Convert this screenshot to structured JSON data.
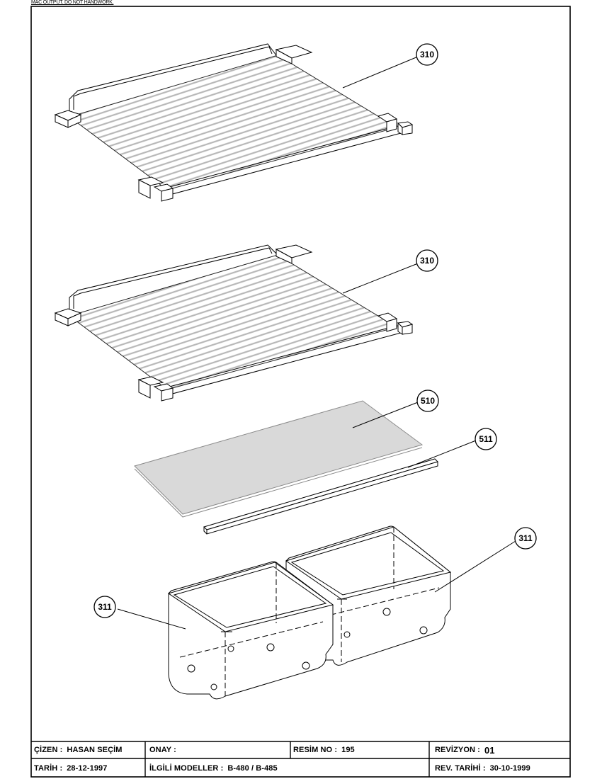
{
  "header_note": "MAC OUTPUT. DO NOT HANDWORK.",
  "callouts": [
    "310",
    "310",
    "510",
    "511",
    "311",
    "311"
  ],
  "title_block": {
    "drawn_by_label": "ÇİZEN :",
    "drawn_by": "HASAN SEÇİM",
    "approval_label": "ONAY :",
    "approval": "",
    "drawing_no_label": "RESİM NO :",
    "drawing_no": "195",
    "revision_label": "REVİZYON :",
    "revision": "01",
    "date_label": "TARİH :",
    "date": "28-12-1997",
    "models_label": "İLGİLİ MODELLER :",
    "models": "B-480 / B-485",
    "rev_date_label": "REV. TARİHİ :",
    "rev_date": "30-10-1999"
  }
}
